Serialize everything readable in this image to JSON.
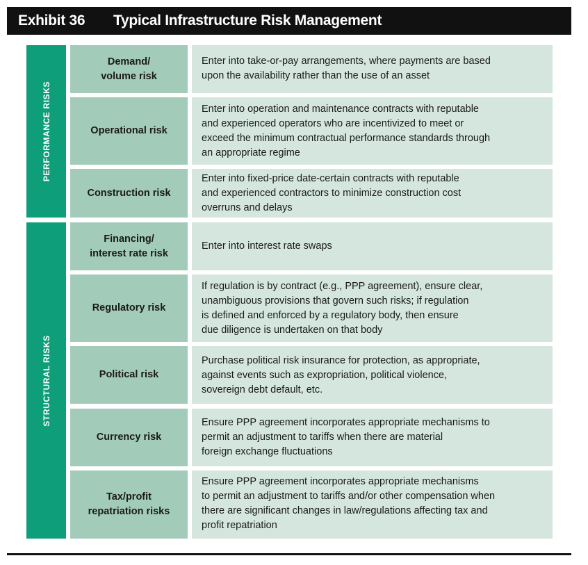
{
  "exhibit": {
    "number": "Exhibit 36",
    "title": "Typical Infrastructure Risk Management"
  },
  "groups": [
    {
      "label": "PERFORMANCE RISKS"
    },
    {
      "label": "STRUCTURAL RISKS"
    }
  ],
  "rows": [
    {
      "risk": "Demand/\nvolume risk",
      "mitigation": "Enter into take-or-pay arrangements, where payments are based\nupon the availability rather than the use of an asset"
    },
    {
      "risk": "Operational risk",
      "mitigation": "Enter into operation and maintenance contracts with reputable\nand experienced operators who are incentivized to meet or\nexceed the minimum contractual performance standards through\nan appropriate regime"
    },
    {
      "risk": "Construction risk",
      "mitigation": "Enter into fixed-price date-certain contracts with reputable\nand experienced contractors to minimize construction cost\noverruns and delays"
    },
    {
      "risk": "Financing/\ninterest rate risk",
      "mitigation": "Enter into interest rate swaps"
    },
    {
      "risk": "Regulatory risk",
      "mitigation": "If regulation is by contract (e.g., PPP agreement), ensure clear,\nunambiguous provisions that govern such risks; if regulation\nis defined and enforced by a regulatory body, then ensure\ndue diligence is undertaken on that body"
    },
    {
      "risk": "Political risk",
      "mitigation": "Purchase political risk insurance for protection, as appropriate,\nagainst events such as expropriation, political violence,\nsovereign debt default, etc."
    },
    {
      "risk": "Currency risk",
      "mitigation": "Ensure PPP agreement incorporates appropriate mechanisms to\npermit an adjustment to tariffs when there are material\nforeign exchange fluctuations"
    },
    {
      "risk": "Tax/profit\nrepatriation risks",
      "mitigation": "Ensure PPP agreement incorporates appropriate mechanisms\nto permit an adjustment to tariffs and/or other compensation when\nthere are significant changes in law/regulations affecting tax and\nprofit repatriation"
    }
  ],
  "colors": {
    "header_bg": "#111111",
    "group_bg": "#0e9f7a",
    "risk_bg": "#a3cbb9",
    "mitigation_bg": "#d4e6dd"
  }
}
